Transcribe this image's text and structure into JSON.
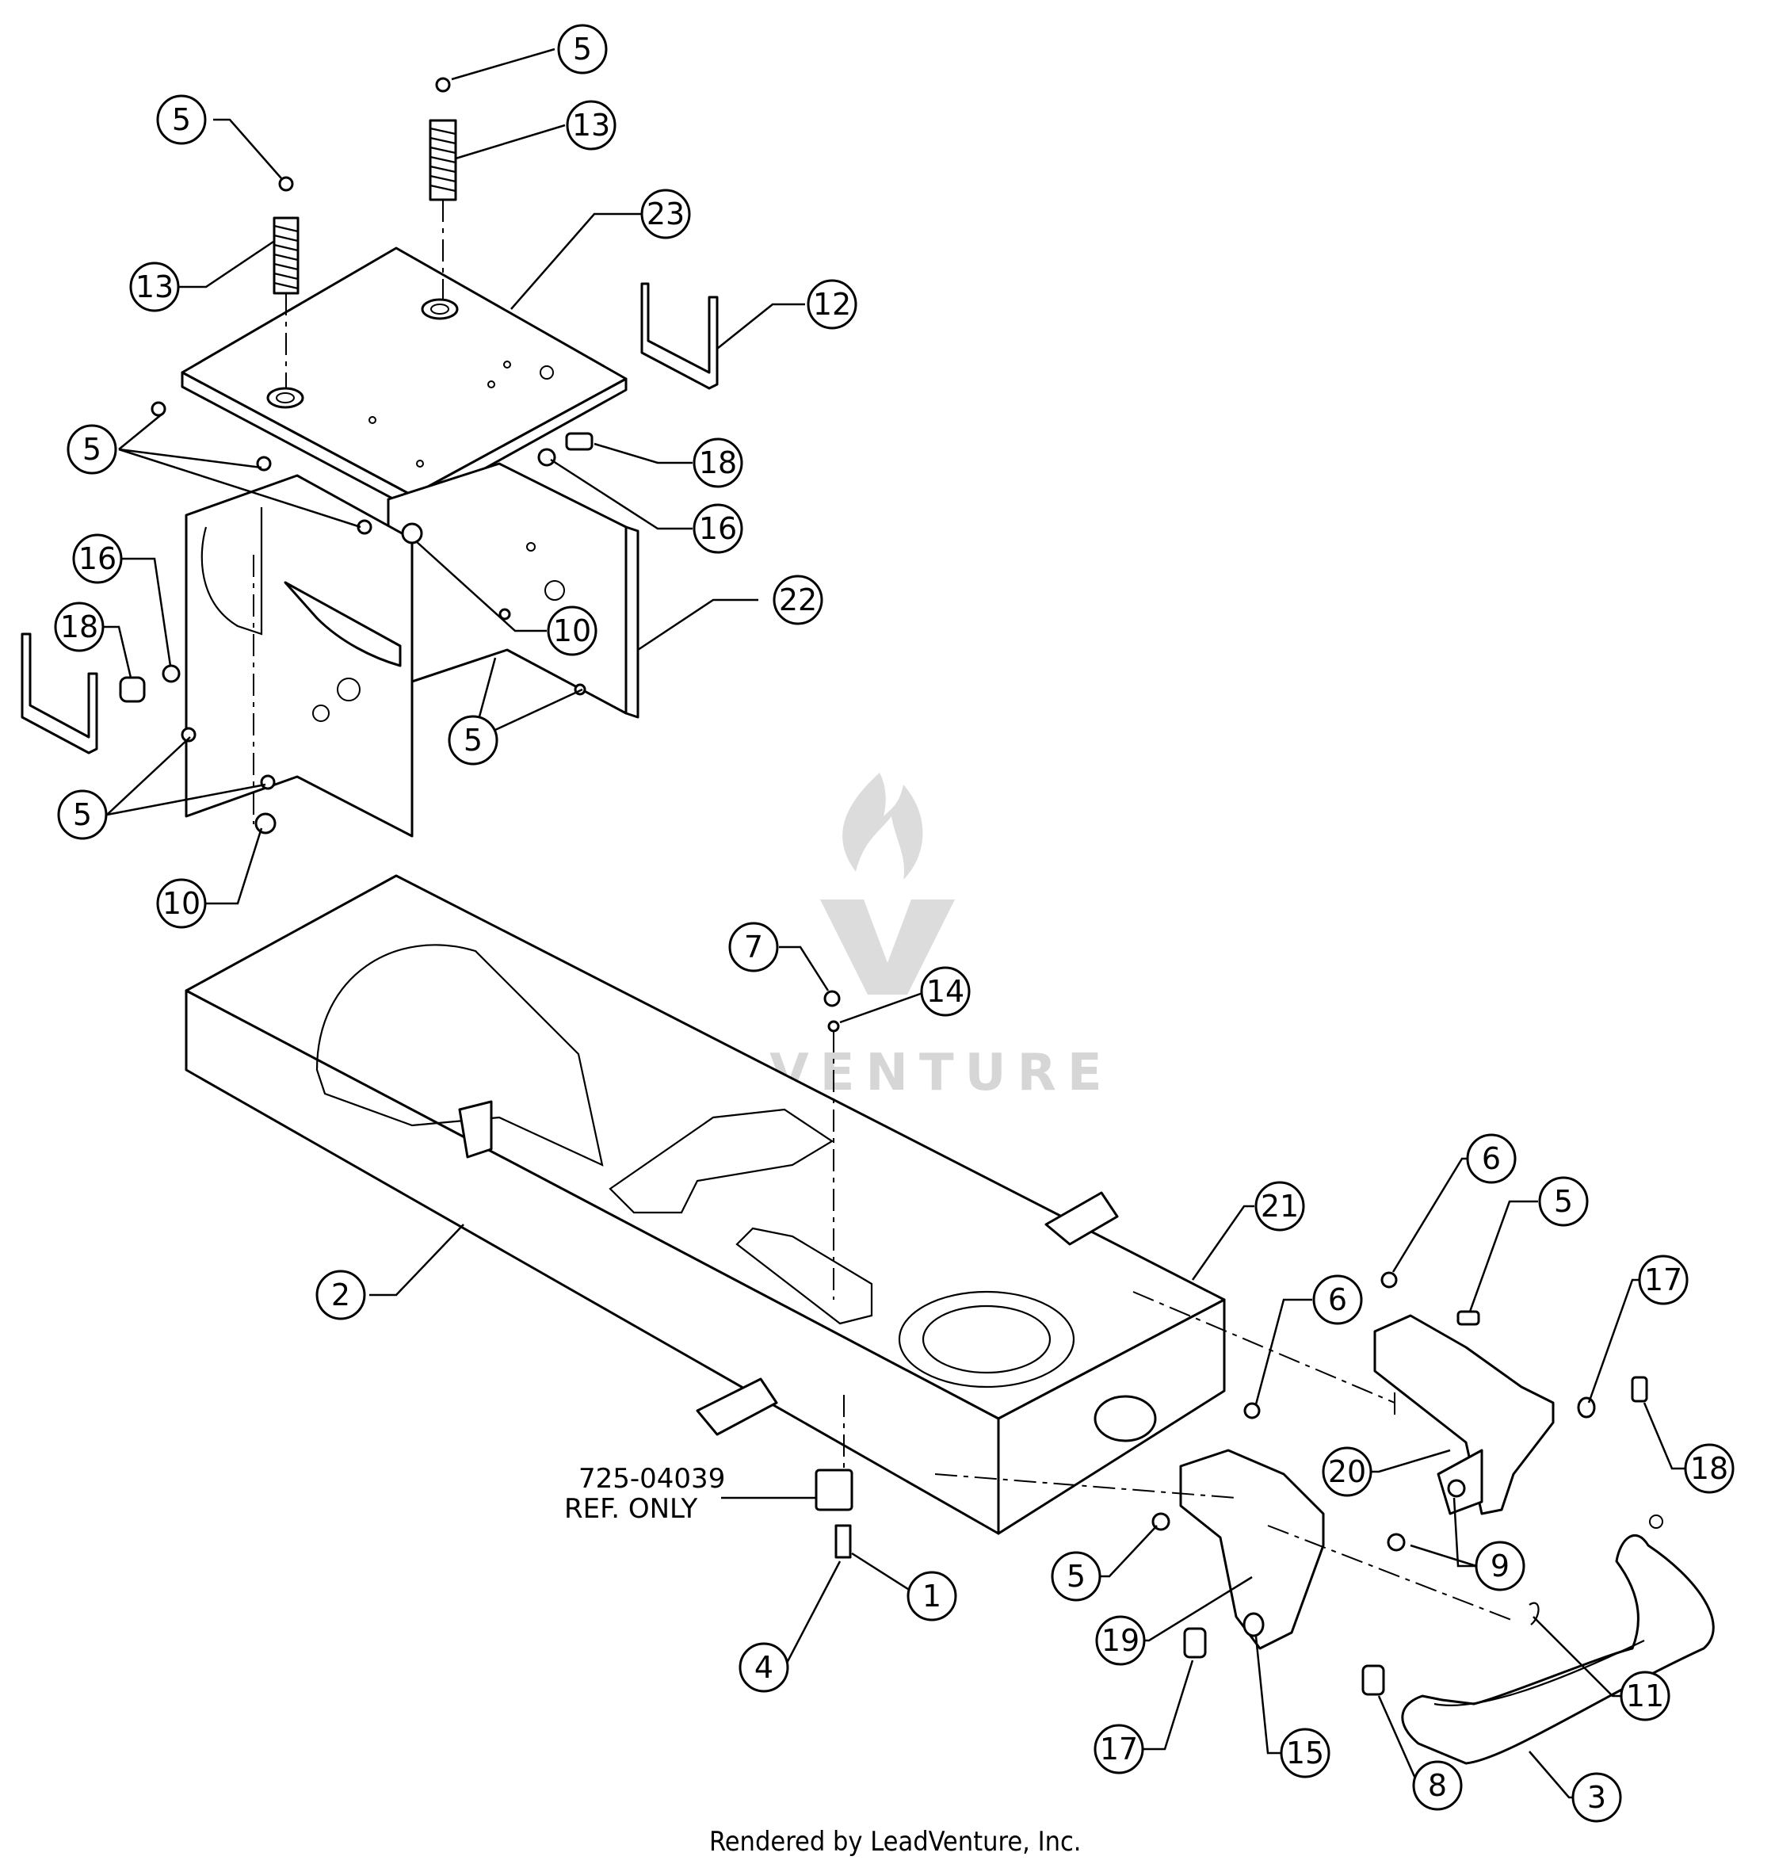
{
  "callouts": [
    {
      "id": "c1",
      "label": "5"
    },
    {
      "id": "c2",
      "label": "13"
    },
    {
      "id": "c3",
      "label": "5"
    },
    {
      "id": "c4",
      "label": "13"
    },
    {
      "id": "c5",
      "label": "23"
    },
    {
      "id": "c6",
      "label": "12"
    },
    {
      "id": "c7",
      "label": "5"
    },
    {
      "id": "c8",
      "label": "18"
    },
    {
      "id": "c9",
      "label": "16"
    },
    {
      "id": "c10",
      "label": "16"
    },
    {
      "id": "c11",
      "label": "18"
    },
    {
      "id": "c12",
      "label": "10"
    },
    {
      "id": "c13",
      "label": "22"
    },
    {
      "id": "c14",
      "label": "5"
    },
    {
      "id": "c15",
      "label": "5"
    },
    {
      "id": "c16",
      "label": "10"
    },
    {
      "id": "c17",
      "label": "7"
    },
    {
      "id": "c18",
      "label": "14"
    },
    {
      "id": "c19",
      "label": "2"
    },
    {
      "id": "c20",
      "label": "6"
    },
    {
      "id": "c21",
      "label": "5"
    },
    {
      "id": "c22",
      "label": "21"
    },
    {
      "id": "c23",
      "label": "6"
    },
    {
      "id": "c24",
      "label": "17"
    },
    {
      "id": "c25",
      "label": "18"
    },
    {
      "id": "c26",
      "label": "20"
    },
    {
      "id": "c27",
      "label": "9"
    },
    {
      "id": "c28",
      "label": "5"
    },
    {
      "id": "c29",
      "label": "19"
    },
    {
      "id": "c30",
      "label": "1"
    },
    {
      "id": "c31",
      "label": "4"
    },
    {
      "id": "c32",
      "label": "11"
    },
    {
      "id": "c33",
      "label": "17"
    },
    {
      "id": "c34",
      "label": "15"
    },
    {
      "id": "c35",
      "label": "8"
    },
    {
      "id": "c36",
      "label": "3"
    }
  ],
  "reference_note": {
    "part_number": "725-04039",
    "note": "REF. ONLY"
  },
  "watermark": "LEADVENTURE",
  "credit": "Rendered by LeadVenture, Inc."
}
